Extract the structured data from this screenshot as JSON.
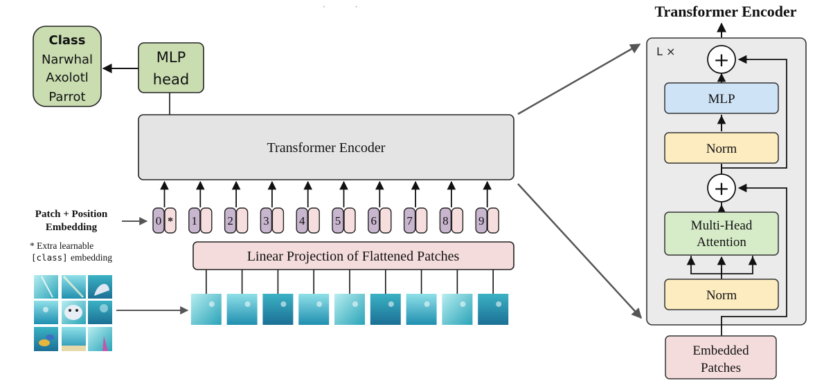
{
  "class_box": {
    "title": "Class",
    "items": [
      "Narwhal",
      "Axolotl",
      "Parrot"
    ]
  },
  "mlp_head": {
    "line1": "MLP",
    "line2": "head"
  },
  "encoder_main": {
    "label": "Transformer Encoder"
  },
  "embedding_label": {
    "line1": "Patch + Position",
    "line2": "Embedding"
  },
  "extra_note": {
    "line1": "* Extra learnable",
    "line2_code": "[class]",
    "line2_rest": " embedding"
  },
  "tokens": [
    {
      "index": "0",
      "right": "*"
    },
    {
      "index": "1",
      "right": ""
    },
    {
      "index": "2",
      "right": ""
    },
    {
      "index": "3",
      "right": ""
    },
    {
      "index": "4",
      "right": ""
    },
    {
      "index": "5",
      "right": ""
    },
    {
      "index": "6",
      "right": ""
    },
    {
      "index": "7",
      "right": ""
    },
    {
      "index": "8",
      "right": ""
    },
    {
      "index": "9",
      "right": ""
    }
  ],
  "linear_projection": {
    "label": "Linear Projection of Flattened Patches"
  },
  "detail": {
    "title": "Transformer Encoder",
    "repeat": "L ×",
    "plus": "+",
    "mlp": "MLP",
    "norm_top": "Norm",
    "attention_line1": "Multi-Head",
    "attention_line2": "Attention",
    "norm_bottom": "Norm",
    "embedded_line1": "Embedded",
    "embedded_line2": "Patches"
  },
  "colors": {
    "green_fill": "#c9ddb0",
    "green_stroke": "#5b7a3c",
    "encoder_fill": "#e4e4e4",
    "pink_fill": "#f5dcdc",
    "token_purple": "#c8b6cf",
    "token_pink": "#f7dede",
    "mlp_blue": "#cfe3f6",
    "norm_yellow": "#fcecc0",
    "attention_green": "#d6ecc9",
    "panel_gray": "#ebebeb",
    "arrow_gray": "#555555"
  }
}
